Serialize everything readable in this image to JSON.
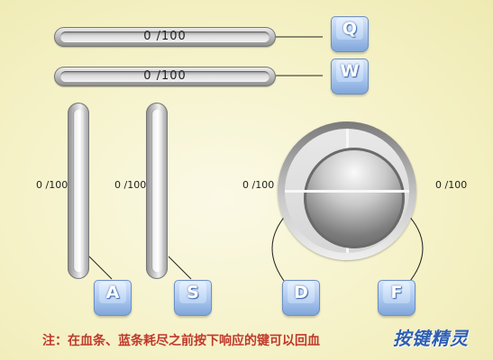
{
  "meters": {
    "q": {
      "text": "0 /100",
      "value": 0,
      "max": 100
    },
    "w": {
      "text": "0 /100",
      "value": 0,
      "max": 100
    },
    "a": {
      "text": "0 /100",
      "value": 0,
      "max": 100
    },
    "s": {
      "text": "0 /100",
      "value": 0,
      "max": 100
    },
    "d": {
      "text": "0 /100",
      "value": 0,
      "max": 100
    },
    "f": {
      "text": "0 /100",
      "value": 0,
      "max": 100
    }
  },
  "keys": {
    "q": "Q",
    "w": "W",
    "a": "A",
    "s": "S",
    "d": "D",
    "f": "F"
  },
  "note": "注：在血条、蓝条耗尽之前按下响应的键可以回血",
  "logo": "按键精灵",
  "colors": {
    "note": "#c0392b",
    "key": "#a9c6ee",
    "logo": "#2f5fb0"
  }
}
